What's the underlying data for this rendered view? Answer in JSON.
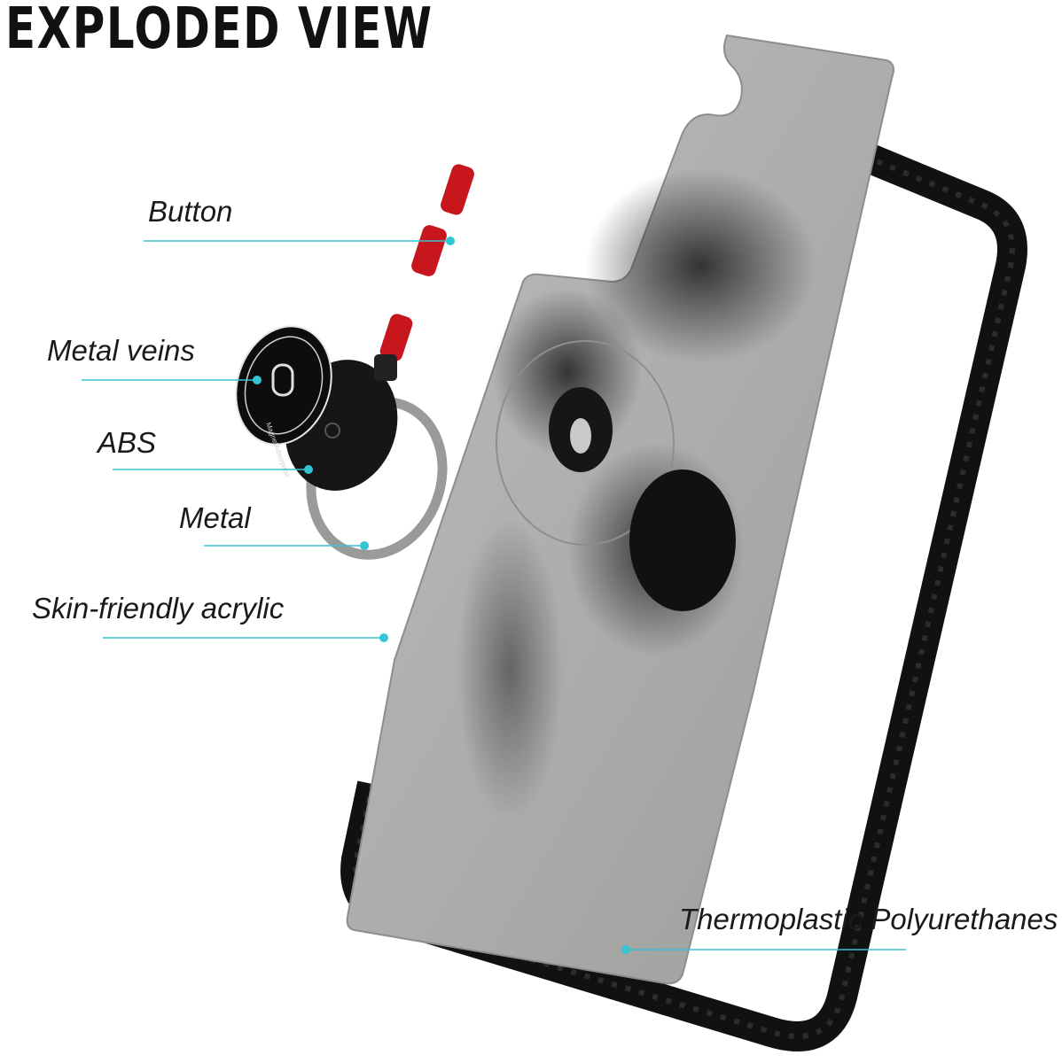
{
  "title": "EXPLODED VIEW",
  "labels": {
    "button": "Button",
    "metal_veins": "Metal veins",
    "abs": "ABS",
    "metal": "Metal",
    "acrylic": "Skin-friendly acrylic",
    "tpu": "Thermoplastic Polyurethanes"
  },
  "plate_text": "MagnetAdsorption",
  "colors": {
    "leader_line": "#35c4d4",
    "button_red": "#c8161d",
    "frame_black": "#111111",
    "acrylic_grey": "#a8a8a6"
  }
}
